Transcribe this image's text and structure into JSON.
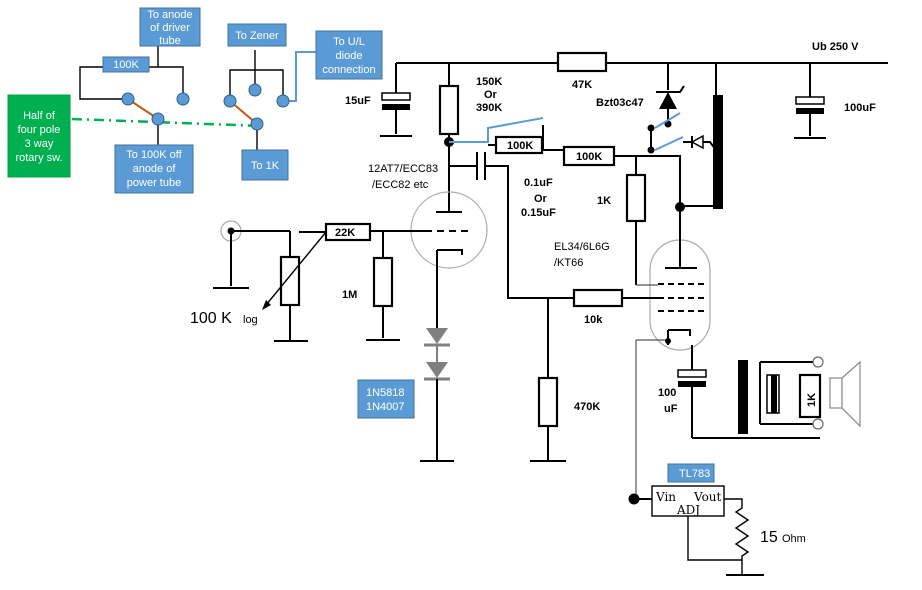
{
  "supply_label": "Ub 250 V",
  "switch": {
    "half_label": [
      "Half of",
      "four pole",
      "3 way",
      "rotary sw."
    ],
    "to_anode_driver": [
      "To anode",
      "of driver",
      "tube"
    ],
    "res_100k_switch": "100K",
    "to_100k_off": [
      "To 100K off",
      "anode of",
      "power tube"
    ],
    "to_zener": "To Zener",
    "to_ul": [
      "To U/L",
      "diode",
      "connection"
    ],
    "to_1k": "To 1K"
  },
  "components": {
    "cap_15uf": "15uF",
    "res_150k": [
      "150K",
      "Or",
      "390K"
    ],
    "res_47k": "47K",
    "zener": "Bzt03c47",
    "cap_100uf_top": "100uF",
    "res_100k_a": "100K",
    "res_100k_b": "100K",
    "cap_coupling": [
      "0.1uF",
      "Or",
      "0.15uF"
    ],
    "res_1k": "1K",
    "driver_tube": [
      "12AT7/ECC83",
      "/ECC82 etc"
    ],
    "power_tube": [
      "EL34/6L6G",
      "/KT66"
    ],
    "res_22k": "22K",
    "res_1m": "1M",
    "pot": "100 K",
    "pot_law": "log",
    "diodes": [
      "1N5818",
      "1N4007"
    ],
    "res_10k": "10k",
    "res_470k": "470K",
    "cap_100uf_bottom": [
      "100",
      "uF"
    ],
    "res_1k_speaker": "1K",
    "regulator": "TL783",
    "reg_vin": "Vin",
    "reg_vout": "Vout",
    "reg_adj": "ADJ",
    "res_15": "15",
    "res_15_unit": "Ohm"
  }
}
